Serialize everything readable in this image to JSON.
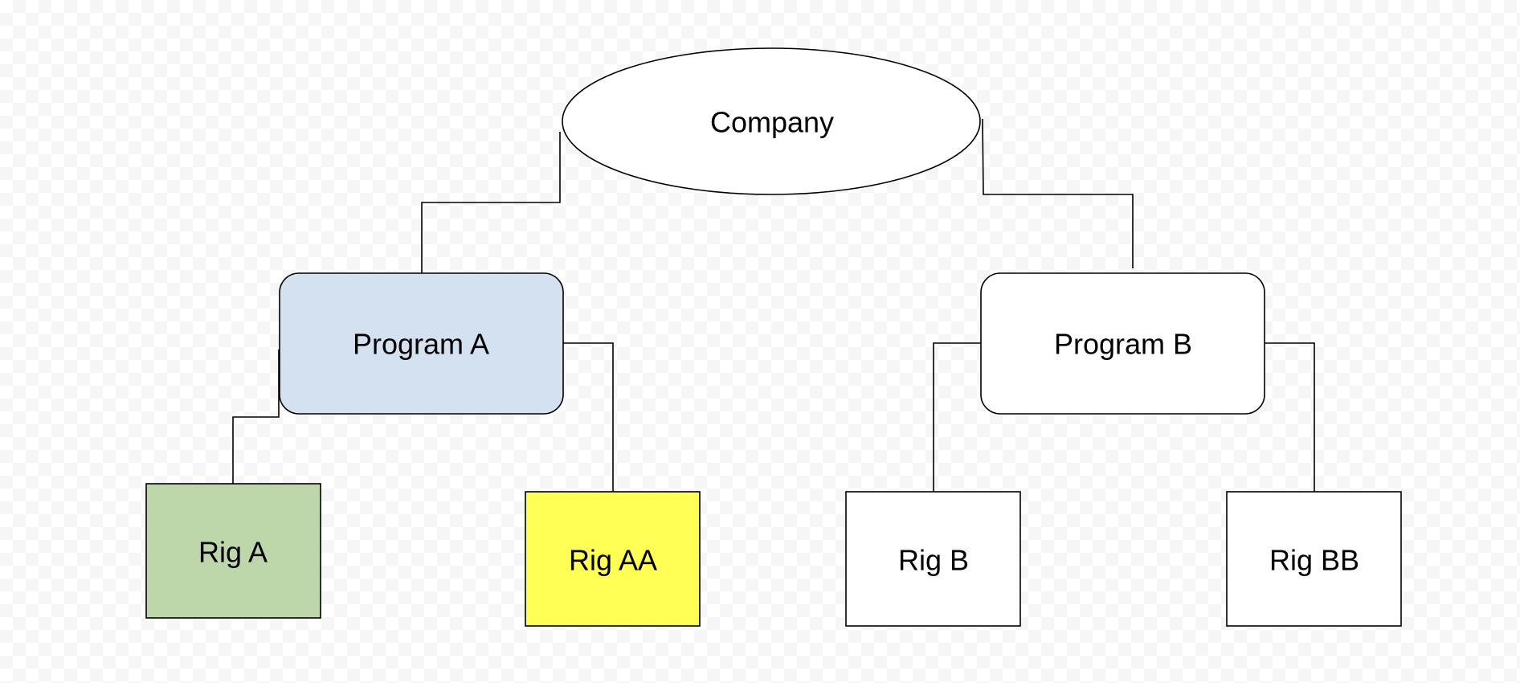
{
  "diagram": {
    "nodes": {
      "company": {
        "label": "Company",
        "shape": "ellipse",
        "fill": "#ffffff"
      },
      "program_a": {
        "label": "Program A",
        "shape": "rounded-rect",
        "fill": "#d3e1f1"
      },
      "program_b": {
        "label": "Program B",
        "shape": "rounded-rect",
        "fill": "#ffffff"
      },
      "rig_a": {
        "label": "Rig A",
        "shape": "rect",
        "fill": "#bed7aa"
      },
      "rig_aa": {
        "label": "Rig AA",
        "shape": "rect",
        "fill": "#ffff55"
      },
      "rig_b": {
        "label": "Rig B",
        "shape": "rect",
        "fill": "#ffffff"
      },
      "rig_bb": {
        "label": "Rig BB",
        "shape": "rect",
        "fill": "#ffffff"
      }
    },
    "edges": [
      {
        "from": "company",
        "to": "program_a"
      },
      {
        "from": "company",
        "to": "program_b"
      },
      {
        "from": "program_a",
        "to": "rig_a"
      },
      {
        "from": "program_a",
        "to": "rig_aa"
      },
      {
        "from": "program_b",
        "to": "rig_b"
      },
      {
        "from": "program_b",
        "to": "rig_bb"
      }
    ]
  }
}
